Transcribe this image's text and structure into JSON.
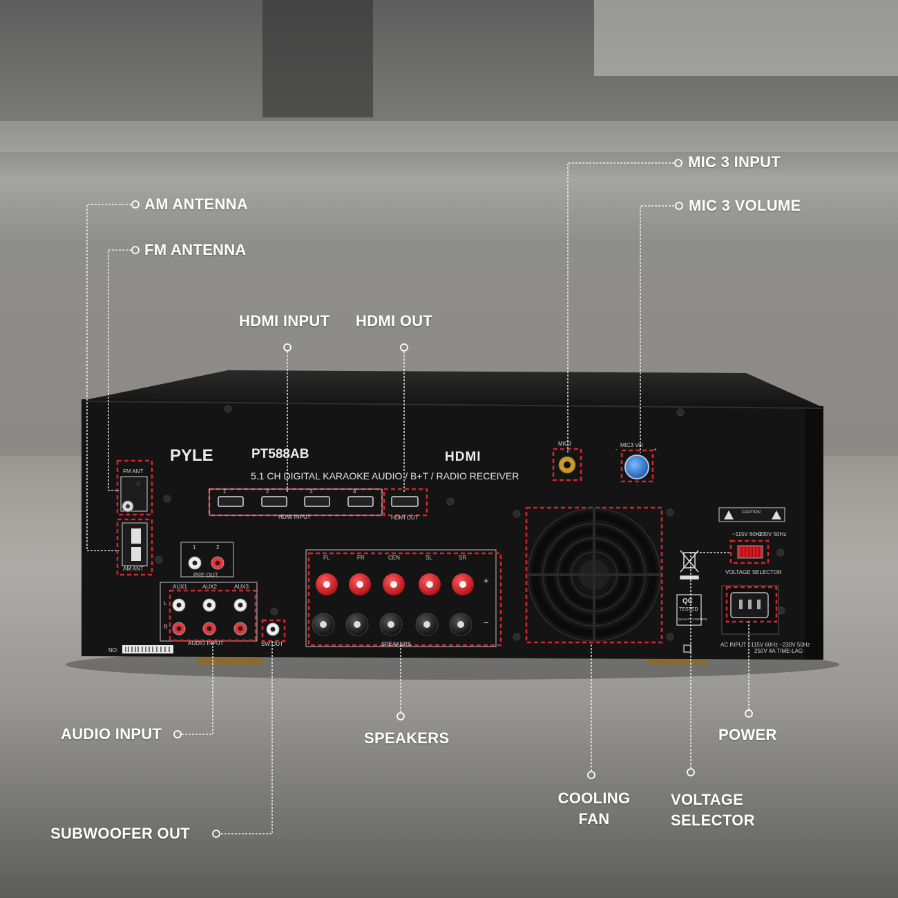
{
  "colors": {
    "accent_dashed_box": "#d8242a",
    "callout_line": "#ffffff",
    "chassis": "#151515",
    "binding_post_red": "#d81f26",
    "knob_blue": "#2a7ed8"
  },
  "device": {
    "brand": "PYLE",
    "model": "PT588AB",
    "description": "5.1 CH DIGITAL KARAOKE AUDIO / B+T / RADIO RECEIVER",
    "hdmi_logo": "HDMI",
    "labels": {
      "fm_ant": "FM ANT",
      "am_ant": "AM ANT",
      "hdmi_input": "HDMI INPUT",
      "hdmi_out": "HDMI OUT",
      "hdmi_ports": [
        "1",
        "2",
        "3",
        "4"
      ],
      "pre_out": "PRE OUT",
      "pre_out_ch": [
        "1",
        "2"
      ],
      "audio_input": "AUDIO INPUT",
      "aux": [
        "AUX1",
        "AUX2",
        "AUX3"
      ],
      "lr": [
        "L",
        "R"
      ],
      "sw_out": "SW OUT",
      "speakers": "SPEAKERS",
      "speaker_channels": [
        "FL",
        "FR",
        "CEN",
        "SL",
        "SR"
      ],
      "plus": "+",
      "minus": "−",
      "mic3": "MIC3",
      "mic3_vol": "MIC3 Vol",
      "caution": "CAUTION",
      "voltage_115": "~115V 60Hz",
      "voltage_230": "~230V 50Hz",
      "voltage_selector": "VOLTAGE SELECTOR",
      "qc": "QC",
      "tested": "TESTED",
      "quality_control": "QUALITY CONTROL",
      "ac_input": "AC INPUT ~115V 60Hz ~230V 50Hz",
      "fuse": "250V 4A TIME-LAG",
      "serial": "NO."
    }
  },
  "callouts": {
    "am_antenna": "AM ANTENNA",
    "fm_antenna": "FM ANTENNA",
    "hdmi_input": "HDMI INPUT",
    "hdmi_out": "HDMI OUT",
    "mic3_input": "MIC 3 INPUT",
    "mic3_volume": "MIC 3 VOLUME",
    "audio_input": "AUDIO INPUT",
    "speakers": "SPEAKERS",
    "power": "POWER",
    "cooling_fan_line1": "COOLING",
    "cooling_fan_line2": "FAN",
    "voltage_selector_line1": "VOLTAGE",
    "voltage_selector_line2": "SELECTOR",
    "subwoofer_out": "SUBWOOFER OUT"
  }
}
